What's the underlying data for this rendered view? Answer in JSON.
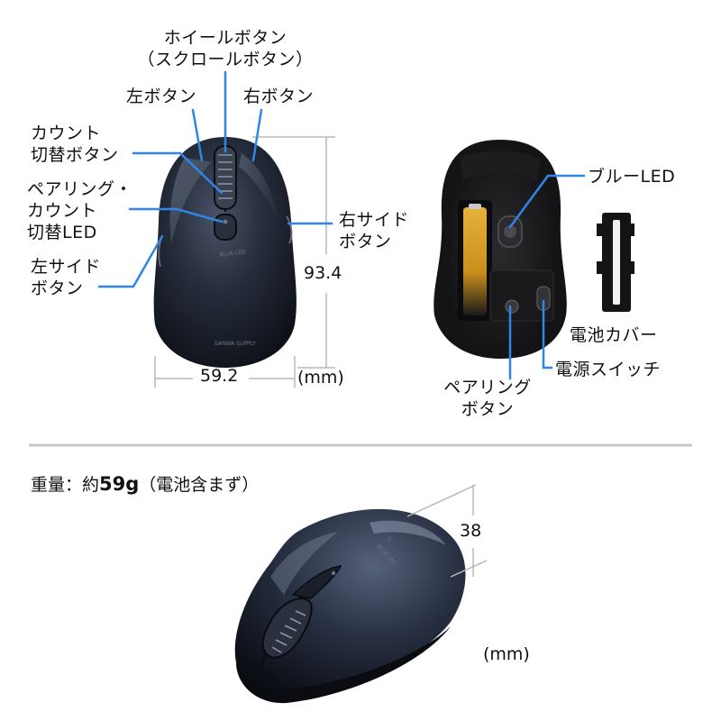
{
  "colors": {
    "leader_line": "#2f86e8",
    "dimension_line": "#b8b8b8",
    "divider": "#c8c8c8",
    "mouse_body": "#1f2533",
    "mouse_highlight": "#5a6577"
  },
  "top_view": {
    "labels": {
      "wheel_button_line1": "ホイールボタン",
      "wheel_button_line2": "（スクロールボタン）",
      "left_button": "左ボタン",
      "right_button": "右ボタン",
      "count_switch_line1": "カウント",
      "count_switch_line2": "切替ボタン",
      "pairing_led_line1": "ペアリング・",
      "pairing_led_line2": "カウント",
      "pairing_led_line3": "切替LED",
      "right_side_line1": "右サイド",
      "right_side_line2": "ボタン",
      "left_side_line1": "左サイド",
      "left_side_line2": "ボタン"
    },
    "dimensions": {
      "length": "93.4",
      "width": "59.2",
      "unit": "(mm)"
    }
  },
  "bottom_view": {
    "labels": {
      "blue_led": "ブルーLED",
      "battery_cover": "電池カバー",
      "power_switch": "電源スイッチ",
      "pairing_button_line1": "ペアリング",
      "pairing_button_line2": "ボタン"
    }
  },
  "weight": {
    "prefix": "重量：約",
    "value": "59g",
    "suffix": "（電池含まず）"
  },
  "side_view": {
    "dimensions": {
      "height": "38",
      "unit": "(mm)"
    }
  }
}
